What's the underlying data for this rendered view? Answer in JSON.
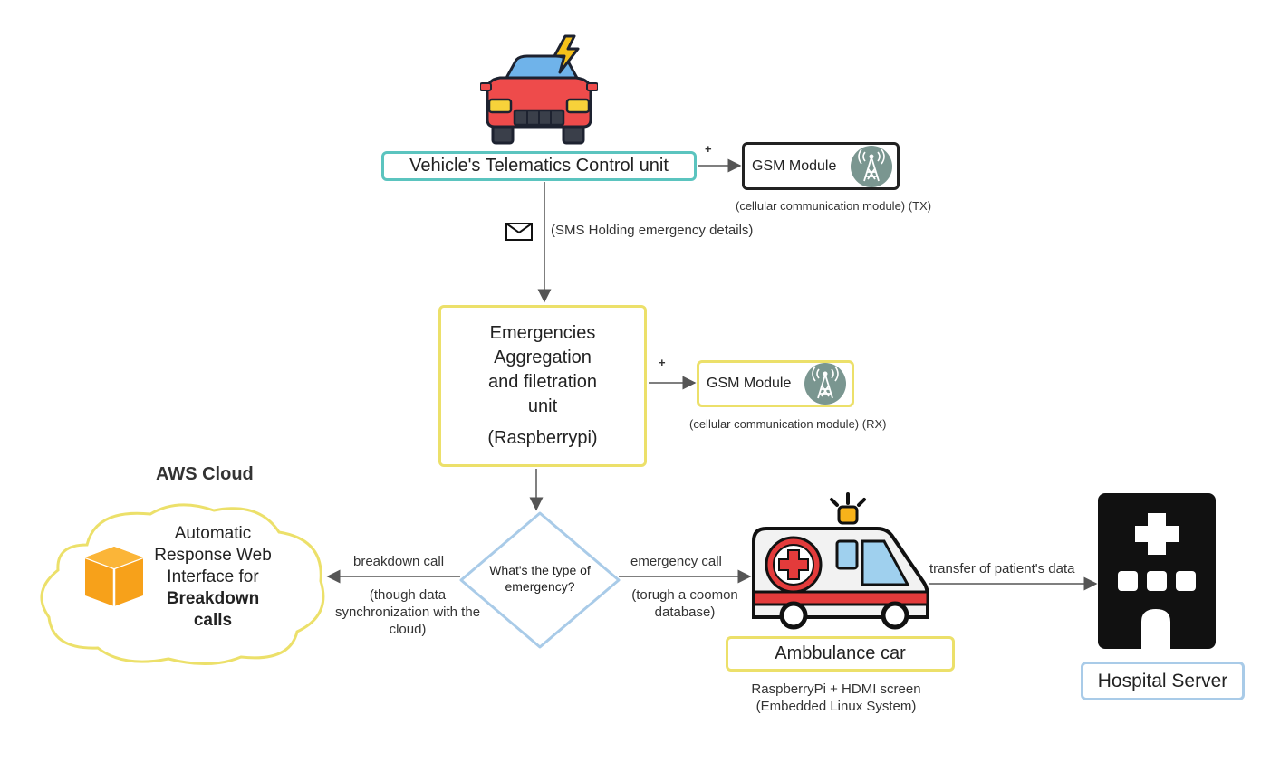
{
  "vehicle_tcu": {
    "label": "Vehicle's Telematics Control unit"
  },
  "gsm_tx": {
    "label": "GSM Module",
    "caption": "(cellular communication module)",
    "suffix": "(TX)",
    "plus": "+"
  },
  "sms_label": "(SMS Holding emergency details)",
  "aggregation": {
    "line1": "Emergencies",
    "line2": "Aggregation",
    "line3": "and filetration",
    "line4": "unit",
    "line5": "(Raspberrypi)"
  },
  "gsm_rx": {
    "label": "GSM Module",
    "caption": "(cellular communication module)",
    "suffix": "(RX)",
    "plus": "+"
  },
  "decision": {
    "line1": "What's the type of",
    "line2": "emergency?"
  },
  "breakdown": {
    "label": "breakdown call",
    "note1": "(though data",
    "note2": "synchronization with the",
    "note3": "cloud)"
  },
  "emergency": {
    "label": "emergency call",
    "note1": "(torugh a coomon",
    "note2": "database)"
  },
  "aws": {
    "title": "AWS Cloud",
    "line1": "Automatic",
    "line2": "Response Web",
    "line3": "Interface for",
    "line4": "Breakdown",
    "line5": "calls"
  },
  "ambulance": {
    "label": "Ambbulance car",
    "note1": "RaspberryPi + HDMI screen",
    "note2": "(Embedded Linux System)"
  },
  "transfer_label": "transfer of patient's data",
  "hospital": {
    "label": "Hospital Server"
  },
  "colors": {
    "teal": "#5bc4bf",
    "yellow": "#ece06a",
    "blue": "#a9cbe8",
    "dark": "#222222",
    "arrow": "#555555",
    "aws_orange": "#f7a11a"
  },
  "icons": [
    "car-icon",
    "lightning-icon",
    "antenna-icon",
    "envelope-icon",
    "aws-box-icon",
    "cloud-icon",
    "ambulance-icon",
    "hospital-icon"
  ]
}
